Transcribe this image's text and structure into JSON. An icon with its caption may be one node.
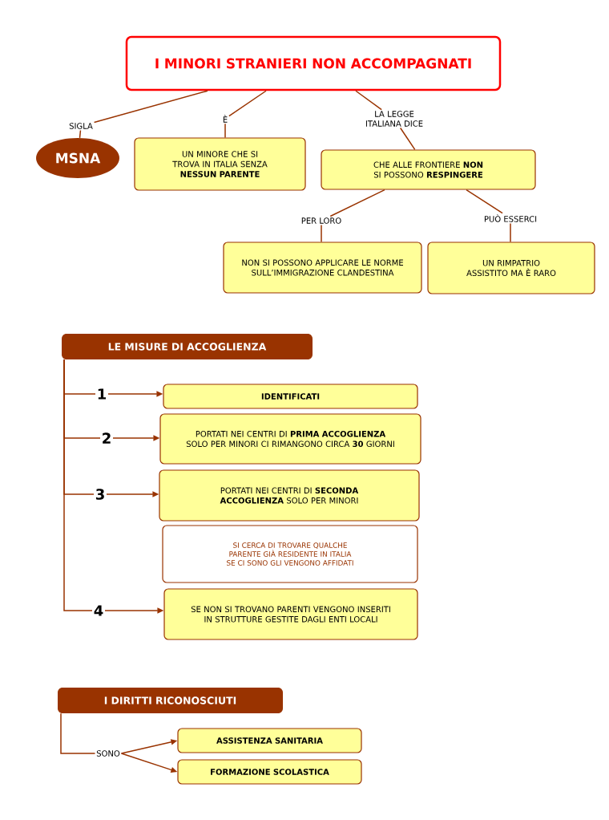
{
  "diagram": {
    "nodes": [
      {
        "text": [
          "I MINORI STRANIERI NON ACCOMPAGNATI"
        ]
      },
      {
        "text": [
          "SIGLA"
        ]
      },
      {
        "text": [
          "È"
        ]
      },
      {
        "text": [
          "LA LEGGE ITALIANA DICE"
        ]
      },
      {
        "text": [
          "MSNA"
        ]
      },
      {
        "text": [
          "UN MINORE CHE SI TROVA IN ITALIA SENZA **NESSUN PARENTE**"
        ]
      },
      {
        "text": [
          "CHE ALLE FRONTIERE **NON** SI POSSONO **RESPINGERE**"
        ]
      },
      {
        "text": [
          "PER LORO"
        ]
      },
      {
        "text": [
          "PUÒ ESSERCI"
        ]
      },
      {
        "text": [
          "NON SI POSSONO APPLICARE LE NORME SULL’IMMIGRAZIONE CLANDESTINA"
        ]
      },
      {
        "text": [
          "UN RIMPATRIO ASSISTITO MA È RARO"
        ]
      },
      {
        "text": [
          "LE MISURE DI ACCOGLIENZA"
        ]
      },
      {
        "text": [
          "1"
        ]
      },
      {
        "text": [
          "IDENTIFICATI"
        ]
      },
      {
        "text": [
          "2"
        ]
      },
      {
        "text": [
          "PORTATI NEI CENTRI DI **PRIMA ACCOGLIENZA** SOLO PER MINORI CI RIMANGONO CIRCA **30** GIORNI"
        ]
      },
      {
        "text": [
          "3"
        ]
      },
      {
        "text": [
          "PORTATI NEI CENTRI DI **SECONDA ACCOGLIENZA** SOLO PER MINORI"
        ]
      },
      {
        "text": [
          "SI CERCA DI TROVARE QUALCHE PARENTE GIÀ RESIDENTE IN ITALIA SE CI SONO GLI VENGONO AFFIDATI"
        ]
      },
      {
        "text": [
          "4"
        ]
      },
      {
        "text": [
          "SE NON SI TROVANO PARENTI VENGONO INSERITI IN STRUTTURE GESTITE DAGLI ENTI LOCALI"
        ]
      },
      {
        "text": [
          "I DIRITTI RICONOSCIUTI"
        ]
      },
      {
        "text": [
          "SONO"
        ]
      },
      {
        "text": [
          "ASSISTENZA SANITARIA"
        ]
      },
      {
        "text": [
          "FORMAZIONE SCOLASTICA"
        ]
      }
    ],
    "edges": [
      {
        "from": 0,
        "to": 1,
        "arrow": "none"
      },
      {
        "from": 1,
        "to": 4,
        "arrow": "none"
      },
      {
        "from": 0,
        "to": 2,
        "arrow": "none"
      },
      {
        "from": 2,
        "to": 5,
        "arrow": "none"
      },
      {
        "from": 0,
        "to": 3,
        "arrow": "none"
      },
      {
        "from": 3,
        "to": 6,
        "arrow": "none"
      },
      {
        "from": 6,
        "to": 7,
        "arrow": "none"
      },
      {
        "from": 7,
        "to": 9,
        "arrow": "none"
      },
      {
        "from": 6,
        "to": 8,
        "arrow": "none"
      },
      {
        "from": 8,
        "to": 10,
        "arrow": "none"
      },
      {
        "from": 11,
        "to": 12,
        "arrow": "none"
      },
      {
        "from": 11,
        "to": 14,
        "arrow": "none"
      },
      {
        "from": 11,
        "to": 16,
        "arrow": "none"
      },
      {
        "from": 11,
        "to": 19,
        "arrow": "none"
      },
      {
        "from": 12,
        "to": 13,
        "arrow": "to"
      },
      {
        "from": 14,
        "to": 15,
        "arrow": "to"
      },
      {
        "from": 16,
        "to": 17,
        "arrow": "to"
      },
      {
        "from": 19,
        "to": 20,
        "arrow": "to"
      },
      {
        "from": 21,
        "to": 22,
        "arrow": "none"
      },
      {
        "from": 22,
        "to": 23,
        "arrow": "to"
      },
      {
        "from": 22,
        "to": 24,
        "arrow": "to"
      }
    ]
  }
}
